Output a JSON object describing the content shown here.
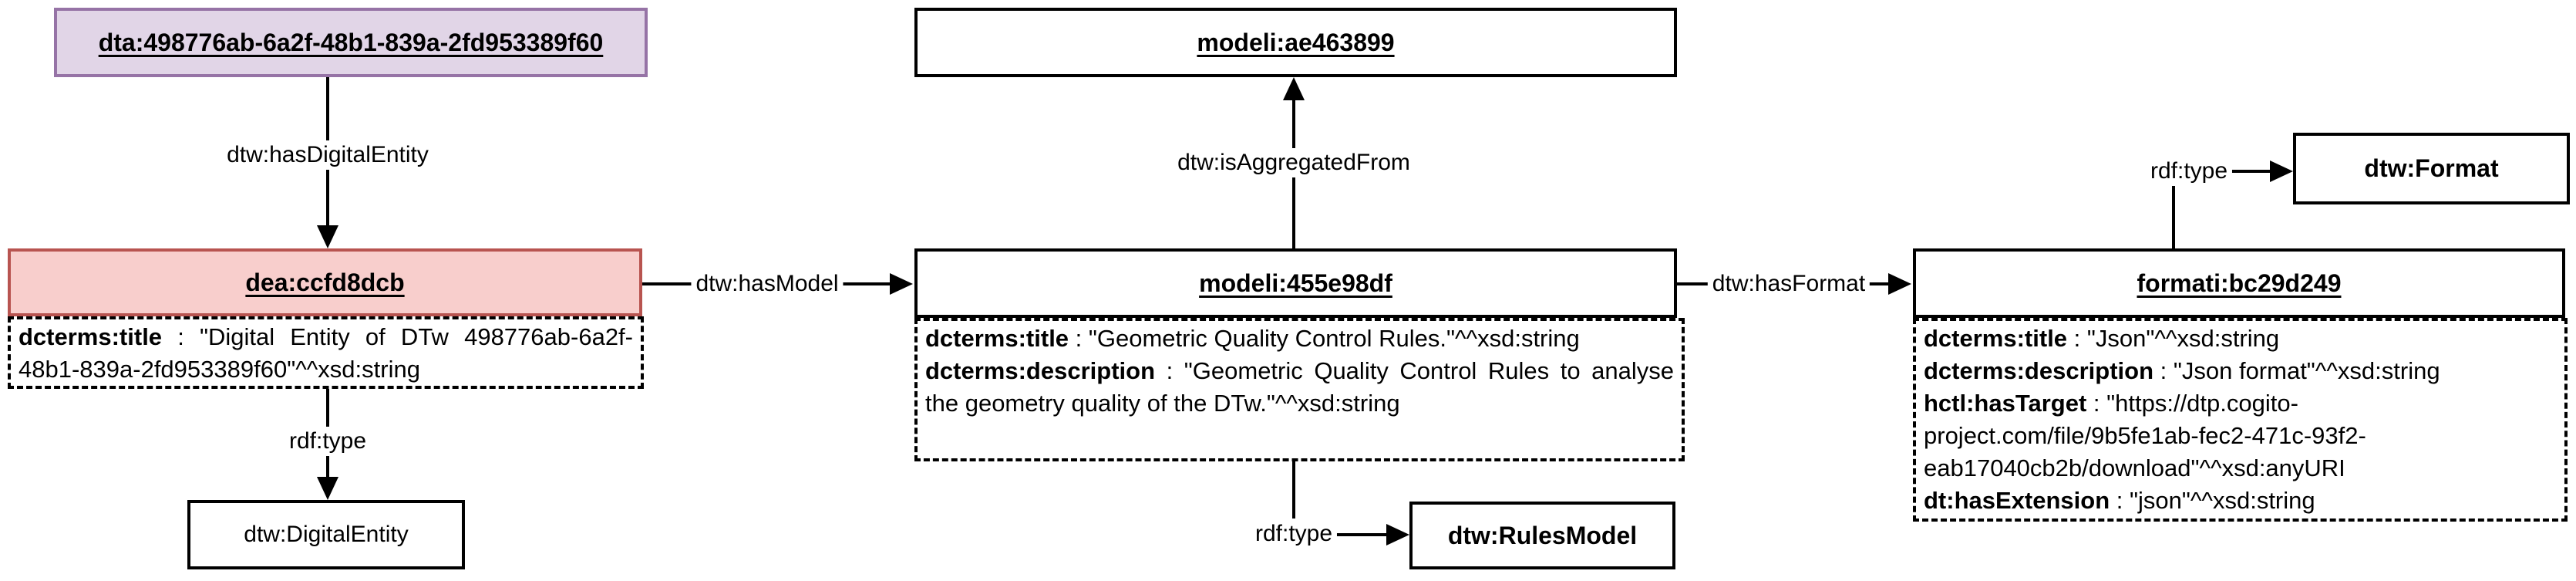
{
  "colors": {
    "dta_fill": "#E1D5E7",
    "dta_border": "#9673A6",
    "dea_fill": "#F8CECC",
    "dea_border": "#B85450",
    "node_border": "#000000",
    "background": "#FFFFFF"
  },
  "nodes": {
    "dta": {
      "title": "dta:498776ab-6a2f-48b1-839a-2fd953389f60"
    },
    "dea": {
      "title": "dea:ccfd8dcb",
      "attrs": [
        {
          "key": "dcterms:title",
          "value": " : \"Digital Entity of DTw 498776ab-6a2f-48b1-839a-2fd953389f60\"^^xsd:string"
        }
      ]
    },
    "digital_entity_class": {
      "title": "dtw:DigitalEntity"
    },
    "modeli_ae": {
      "title": "modeli:ae463899"
    },
    "modeli_455": {
      "title": "modeli:455e98df",
      "attrs": [
        {
          "key": "dcterms:title",
          "value": " : \"Geometric Quality Control Rules.\"^^xsd:string"
        },
        {
          "key": "dcterms:description",
          "value": " : \"Geometric Quality Control Rules to analyse the geometry quality of the DTw.\"^^xsd:string"
        }
      ]
    },
    "rules_model_class": {
      "title": "dtw:RulesModel"
    },
    "formati": {
      "title": "formati:bc29d249",
      "attrs": [
        {
          "key": "dcterms:title",
          "value": " : \"Json\"^^xsd:string"
        },
        {
          "key": "dcterms:description",
          "value": " : \"Json format\"^^xsd:string"
        },
        {
          "key": "hctl:hasTarget",
          "value": " : \"https://dtp.cogito-project.com/file/9b5fe1ab-fec2-471c-93f2-eab17040cb2b/download\"^^xsd:anyURI"
        },
        {
          "key": "dt:hasExtension",
          "value": " : \"json\"^^xsd:string"
        }
      ]
    },
    "format_class": {
      "title": "dtw:Format"
    }
  },
  "edges": {
    "has_digital_entity": "dtw:hasDigitalEntity",
    "rdf_type_left": "rdf:type",
    "has_model": "dtw:hasModel",
    "is_aggregated_from": "dtw:isAggregatedFrom",
    "rdf_type_middle": "rdf:type",
    "has_format": "dtw:hasFormat",
    "rdf_type_right": "rdf:type"
  }
}
